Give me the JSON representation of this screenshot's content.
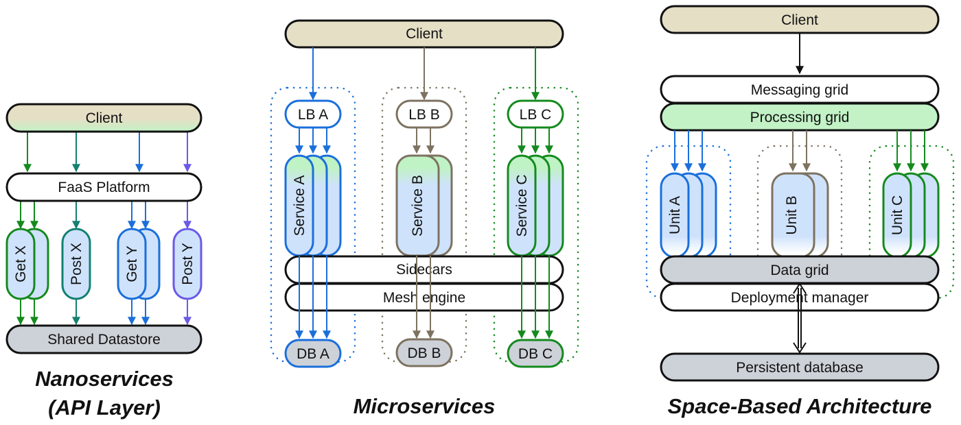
{
  "colors": {
    "blue": "#1a6fdb",
    "brown": "#7d7260",
    "green": "#148a1e",
    "teal": "#138070",
    "purple": "#6a5ae8",
    "client_fill": "#e5dfc6",
    "service_green": "#bff2c4",
    "service_blue": "#cfe2fb",
    "gray_fill": "#cdd1d8",
    "processing_fill": "#c2f2c6"
  },
  "nanoservices": {
    "title_line1": "Nanoservices",
    "title_line2": "(API Layer)",
    "client": "Client",
    "platform": "FaaS Platform",
    "functions": [
      "Get X",
      "Post X",
      "Get Y",
      "Post Y"
    ],
    "datastore": "Shared Datastore"
  },
  "microservices": {
    "title": "Microservices",
    "client": "Client",
    "load_balancers": [
      "LB A",
      "LB B",
      "LB C"
    ],
    "services": [
      "Service A",
      "Service B",
      "Service C"
    ],
    "sidecars": "Sidecars",
    "mesh_engine": "Mesh engine",
    "databases": [
      "DB A",
      "DB B",
      "DB C"
    ]
  },
  "space_based": {
    "title": "Space-Based Architecture",
    "client": "Client",
    "messaging_grid": "Messaging grid",
    "processing_grid": "Processing grid",
    "units": [
      "Unit A",
      "Unit B",
      "Unit C"
    ],
    "data_grid": "Data grid",
    "deployment_manager": "Deployment manager",
    "persistent_database": "Persistent database"
  }
}
